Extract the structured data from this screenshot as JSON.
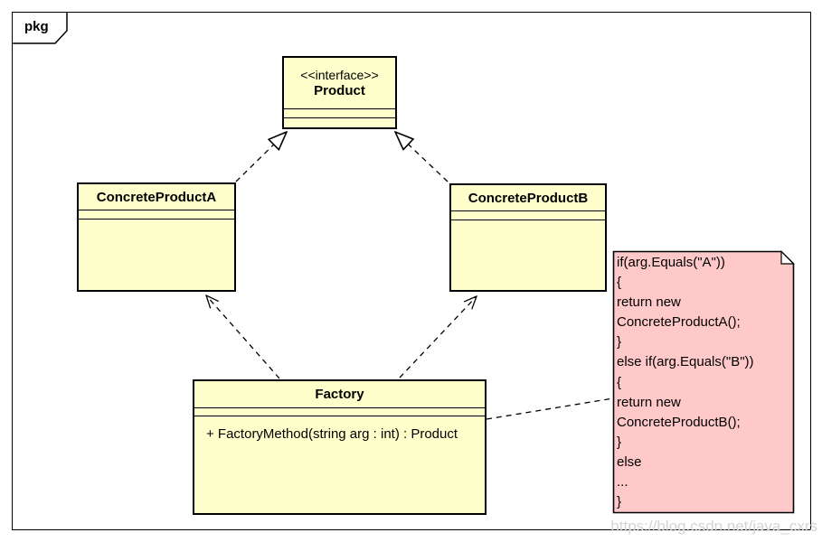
{
  "frame": {
    "tag": "pkg"
  },
  "classes": [
    {
      "id": "product",
      "stereotype": "<<interface>>",
      "name": "Product"
    },
    {
      "id": "concrete-product-a",
      "name": "ConcreteProductA"
    },
    {
      "id": "concrete-product-b",
      "name": "ConcreteProductB"
    },
    {
      "id": "factory",
      "name": "Factory",
      "methods": [
        "+ FactoryMethod(string arg : int) : Product"
      ]
    }
  ],
  "note": {
    "lines": [
      "if(arg.Equals(\"A\"))",
      "{",
      "return new",
      "ConcreteProductA();",
      "}",
      "else if(arg.Equals(\"B\"))",
      "{",
      "return new",
      "ConcreteProductB();",
      "}",
      "else",
      "...",
      "}"
    ]
  },
  "relationships": [
    {
      "from": "ConcreteProductA",
      "to": "Product",
      "type": "realization"
    },
    {
      "from": "ConcreteProductB",
      "to": "Product",
      "type": "realization"
    },
    {
      "from": "Factory",
      "to": "ConcreteProductA",
      "type": "dependency"
    },
    {
      "from": "Factory",
      "to": "ConcreteProductB",
      "type": "dependency"
    },
    {
      "from": "Factory",
      "to": "code-note",
      "type": "anchor"
    }
  ],
  "watermark": "https://blog.csdn.net/java_cxrs",
  "colors": {
    "class_fill": "#FFFFCC",
    "note_fill": "#FFC9C9",
    "border": "#000000",
    "watermark": "#D2D5D7"
  }
}
